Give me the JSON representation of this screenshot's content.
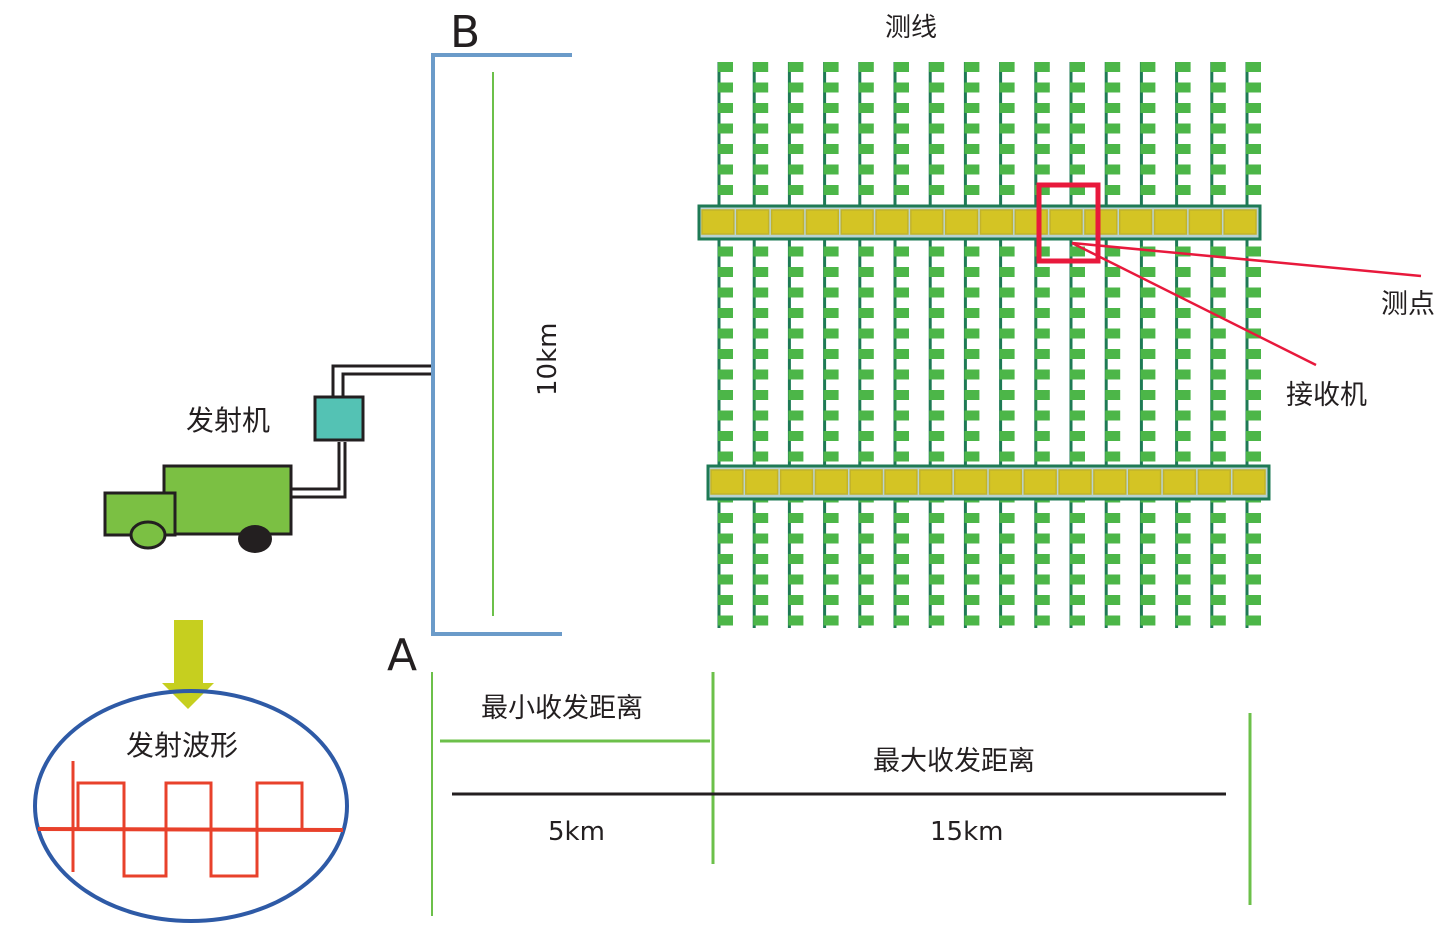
{
  "labels": {
    "point_b": "B",
    "point_a": "A",
    "source_length": "10km",
    "survey_lines": "测线",
    "transmitter": "发射机",
    "waveform": "发射波形",
    "measurement_point": "测点",
    "receiver": "接收机",
    "min_offset": "最小收发距离",
    "max_offset": "最大收发距离",
    "min_offset_value": "5km",
    "max_offset_value": "15km"
  },
  "layout_counts": {
    "survey_line_count": 16,
    "receiver_rows": 2,
    "receivers_per_row": 16,
    "waveform_periods": 3
  },
  "colors": {
    "source_wire": "#6b9bc9",
    "survey_line_stroke": "#1e7a55",
    "survey_marker": "#4cb648",
    "receiver_fill": "#d4c424",
    "receiver_strip": "#b9d3d2",
    "highlight": "#e8193c",
    "truck": "#7bc043",
    "transmitter_box": "#54c2b4",
    "waveform": "#e8412b",
    "ellipse": "#2e5aa6",
    "arrow": "#c6cf1f",
    "guide_line": "#6cc04a"
  }
}
